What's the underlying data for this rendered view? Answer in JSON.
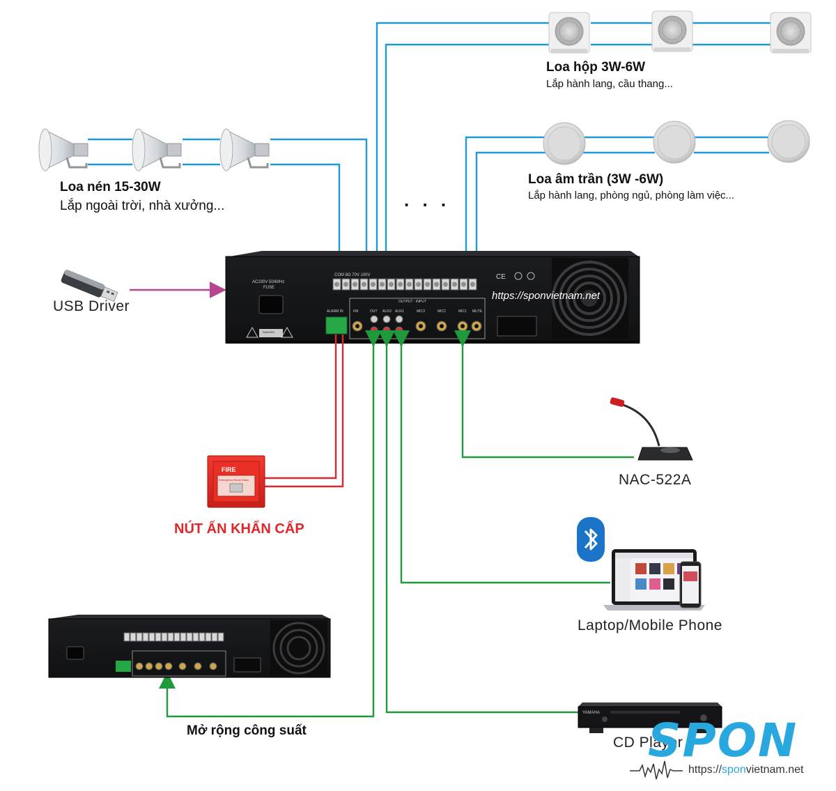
{
  "labels": {
    "horn_title": "Loa nén 15-30W",
    "horn_sub": "Lắp ngoài trời, nhà xưởng...",
    "box_title": "Loa hộp 3W-6W",
    "box_sub": "Lắp hành lang, cầu thang...",
    "ceiling_title": "Loa âm trần (3W -6W)",
    "ceiling_sub": "Lắp hành lang, phòng ngủ, phòng làm việc...",
    "ellipsis": ". . .",
    "usb": "USB Driver",
    "url_overlay": "https://sponvietnam.net",
    "mic": "NAC-522A",
    "emergency": "NÚT ẤN KHẨN CẤP",
    "laptop": "Laptop/Mobile Phone",
    "expand": "Mở rộng công suất",
    "cd": "CD Player"
  },
  "fire_box": {
    "fire_text": "FIRE",
    "sub_text": "Emergency Break Glass"
  },
  "amplifier_panel": {
    "ac_text": "AC230V 50/60Hz",
    "fuse_text": "FUSE",
    "speaker_terminal_text": "COM 8Ω 70V 100V",
    "alarm_text": "ALARM IN",
    "output_input_text": "OUTPUT · INPUT",
    "jack_labels": [
      "FM",
      "OUT",
      "AUX2",
      "AUX1",
      "MIC3",
      "MIC2",
      "MIC1",
      "MUTE"
    ],
    "danger_text": "DANGER",
    "cert_text": "CE"
  },
  "cd_brand": "YAMAHA",
  "brand": {
    "logo": "SPON",
    "url_prefix": "https://",
    "url_highlight": "spon",
    "url_suffix": "vietnam.net"
  },
  "colors": {
    "speaker_wire": "#1f9ad6",
    "usb_arrow": "#b5458f",
    "alarm_wire": "#d92b2f",
    "audio_wire": "#1e9a3c",
    "brand_blue": "#29a8df",
    "emergency_red": "#e1262b"
  },
  "icons": [
    "horn-speaker-icon",
    "box-speaker-icon",
    "ceiling-speaker-icon",
    "usb-drive-icon",
    "gooseneck-mic-icon",
    "bluetooth-icon",
    "laptop-icon",
    "phone-icon",
    "fire-alarm-button-icon",
    "cd-player-icon",
    "amplifier-icon"
  ]
}
